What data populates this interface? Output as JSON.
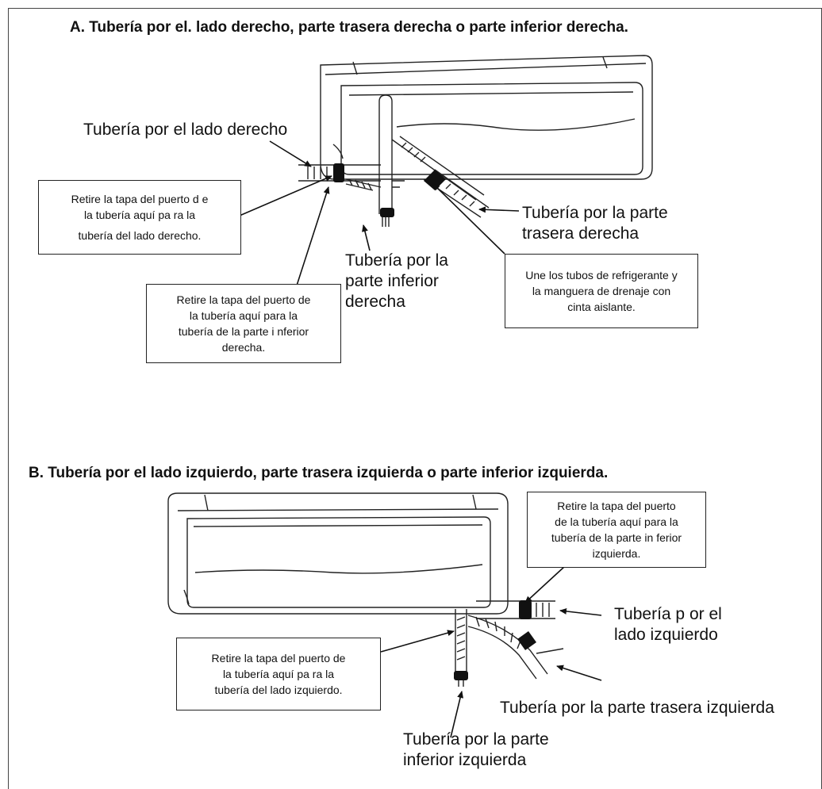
{
  "section_a": {
    "title": "A. Tubería por el. lado derecho, parte trasera derecha o parte inferior derecha.",
    "label_right_side": "Tubería por el lado derecho",
    "label_rear_right_1": "Tubería por la parte",
    "label_rear_right_2": "trasera derecha",
    "label_bottom_right_1": "Tubería por la",
    "label_bottom_right_2": "parte inferior",
    "label_bottom_right_3": "derecha",
    "note_right_side": [
      "Retire la tapa del puerto d e",
      "la tubería aquí pa ra la",
      "tubería del lado derecho."
    ],
    "note_bottom_right": [
      "Retire la tapa del puerto de",
      "la tubería aquí para la",
      "tubería de la parte i nferior",
      "derecha."
    ],
    "note_tape": [
      "Une los tubos de refrigerante y",
      "la manguera de drenaje con",
      "cinta aislante."
    ]
  },
  "section_b": {
    "title": "B. Tubería por el lado izquierdo, parte trasera izquierda o parte inferior izquierda.",
    "note_bottom_left": [
      "Retire la tapa del puerto",
      "de la tubería aquí para la",
      "tubería de la parte in ferior",
      "izquierda."
    ],
    "label_left_side_1": "Tubería p or el",
    "label_left_side_2": "lado izquierdo",
    "note_left_side": [
      "Retire la tapa del puerto de",
      "la tubería aquí pa ra la",
      "tubería del lado izquierdo."
    ],
    "label_rear_left": "Tubería por la parte trasera izquierda",
    "label_bottom_left_1": "Tubería por la parte",
    "label_bottom_left_2": "inferior izquierda"
  }
}
